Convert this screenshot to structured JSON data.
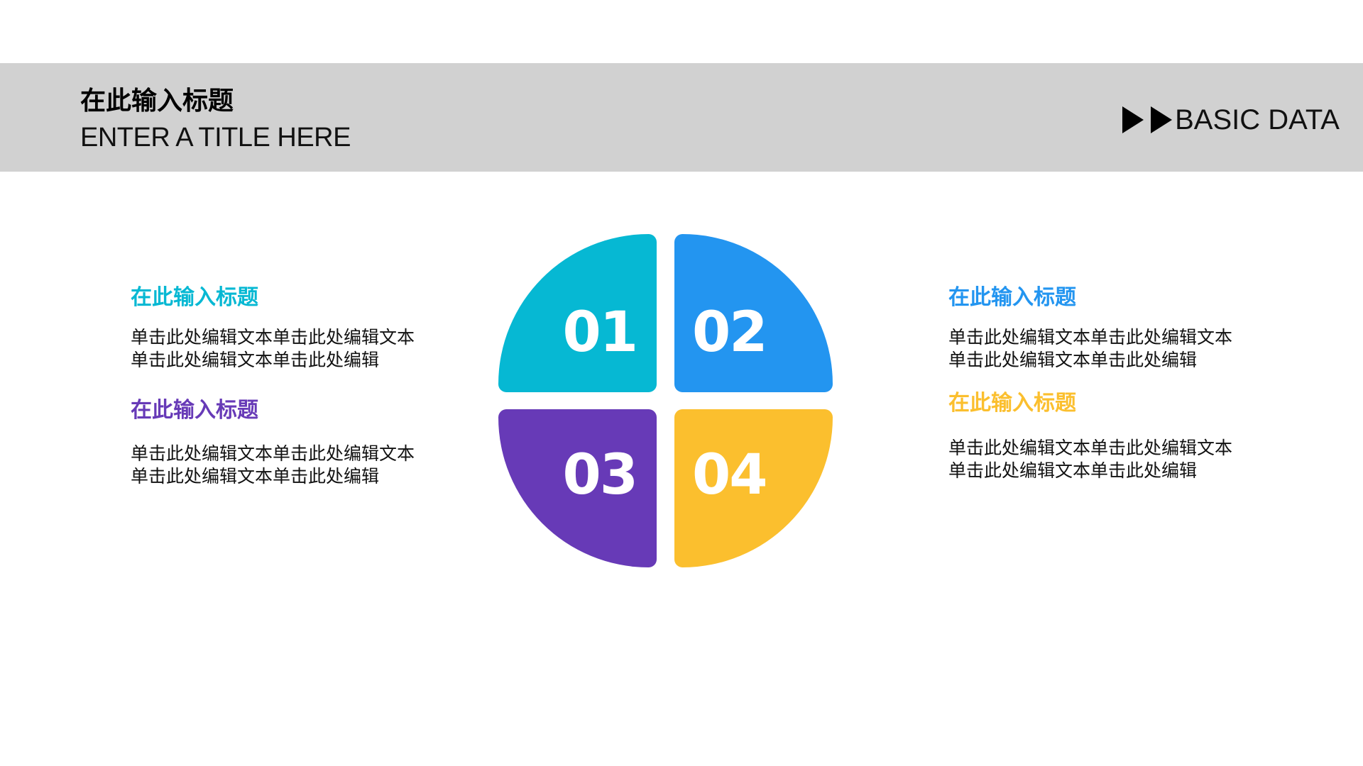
{
  "header": {
    "title_cn": "在此输入标题",
    "title_en": "ENTER A TITLE HERE",
    "section_tag": "BASIC DATA",
    "section_icon": "double-play-arrow-icon",
    "band_color": "#d1d1d1"
  },
  "diagram": {
    "type": "four-quadrant-circle",
    "quadrants": [
      {
        "number": "01",
        "color": "#06b8d3",
        "position": "top-left"
      },
      {
        "number": "02",
        "color": "#2395f0",
        "position": "top-right"
      },
      {
        "number": "03",
        "color": "#673ab7",
        "position": "bottom-left"
      },
      {
        "number": "04",
        "color": "#fbbf2e",
        "position": "bottom-right"
      }
    ]
  },
  "blocks": [
    {
      "heading": "在此输入标题",
      "color": "#06b8d3",
      "lines": [
        "单击此处编辑文本单击此处编辑文本",
        "单击此处编辑文本单击此处编辑"
      ]
    },
    {
      "heading": "在此输入标题",
      "color": "#673ab7",
      "lines": [
        "单击此处编辑文本单击此处编辑文本",
        "单击此处编辑文本单击此处编辑"
      ]
    },
    {
      "heading": "在此输入标题",
      "color": "#2395f0",
      "lines": [
        "单击此处编辑文本单击此处编辑文本",
        "单击此处编辑文本单击此处编辑"
      ]
    },
    {
      "heading": "在此输入标题",
      "color": "#fbbf2e",
      "lines": [
        "单击此处编辑文本单击此处编辑文本",
        "单击此处编辑文本单击此处编辑"
      ]
    }
  ]
}
